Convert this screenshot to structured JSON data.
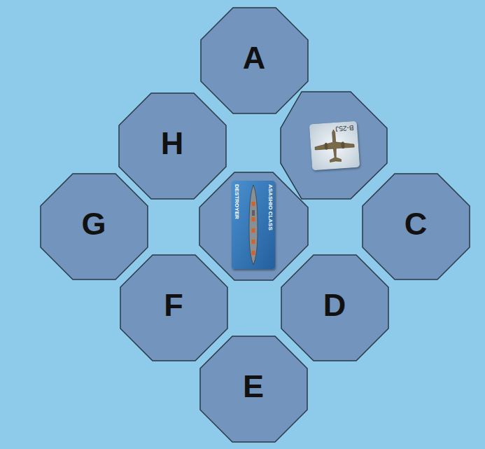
{
  "diagram": {
    "nodes": [
      {
        "text": [
          "A"
        ]
      },
      {
        "text": [
          "H"
        ]
      },
      {
        "text": [
          "B-25J"
        ]
      },
      {
        "text": [
          "G"
        ]
      },
      {
        "text": [
          "DESTROYER",
          "ASASHIO CLASS"
        ]
      },
      {
        "text": [
          "C"
        ]
      },
      {
        "text": [
          "F"
        ]
      },
      {
        "text": [
          "D"
        ]
      },
      {
        "text": [
          "E"
        ]
      }
    ]
  }
}
